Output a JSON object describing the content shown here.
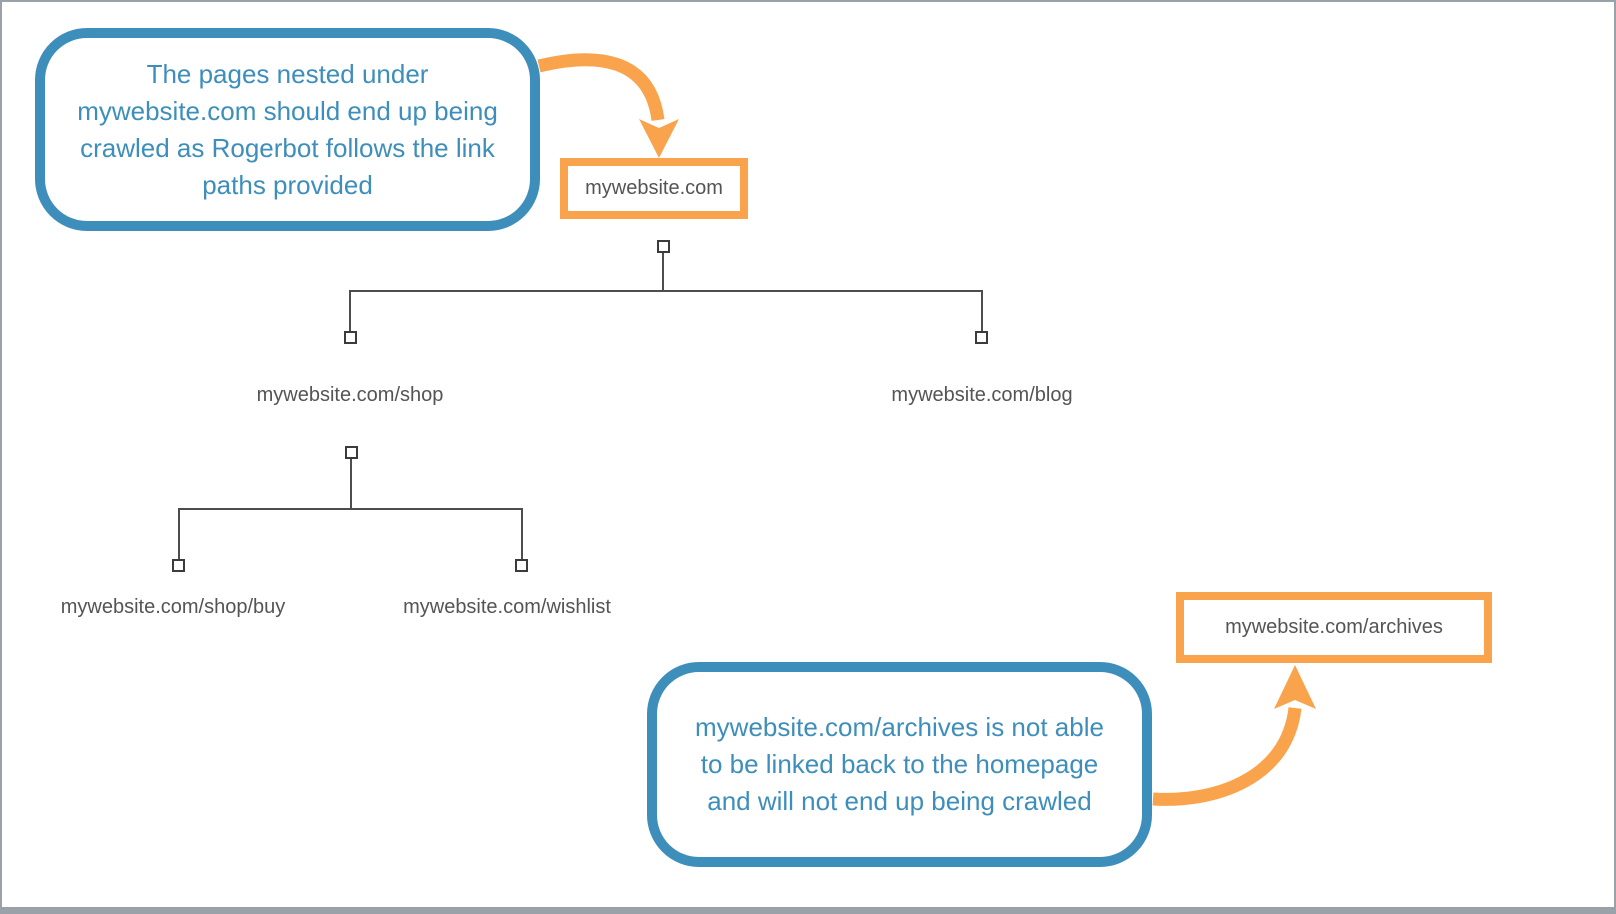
{
  "colors": {
    "callout_border_and_text": "#3E8EBB",
    "arrow_orange": "#F9A44D",
    "node_border_orange": "#F9A44D",
    "tree_line_gray": "#4D4D4D",
    "label_text_gray": "#545454",
    "frame_border_gray": "#9BA1A9"
  },
  "callouts": [
    {
      "id": "crawl-note",
      "text": "The pages nested under mywebsite.com should end up being crawled as Rogerbot follows the link paths provided"
    },
    {
      "id": "no-crawl-note",
      "text": "mywebsite.com/archives is not able to be linked back to the homepage and will not end up being crawled"
    }
  ],
  "tree": {
    "root": {
      "label": "mywebsite.com"
    },
    "children": [
      {
        "label": "mywebsite.com/shop",
        "children": [
          {
            "label": "mywebsite.com/shop/buy"
          },
          {
            "label": "mywebsite.com/wishlist"
          }
        ]
      },
      {
        "label": "mywebsite.com/blog"
      }
    ]
  },
  "orphan": {
    "label": "mywebsite.com/archives"
  }
}
